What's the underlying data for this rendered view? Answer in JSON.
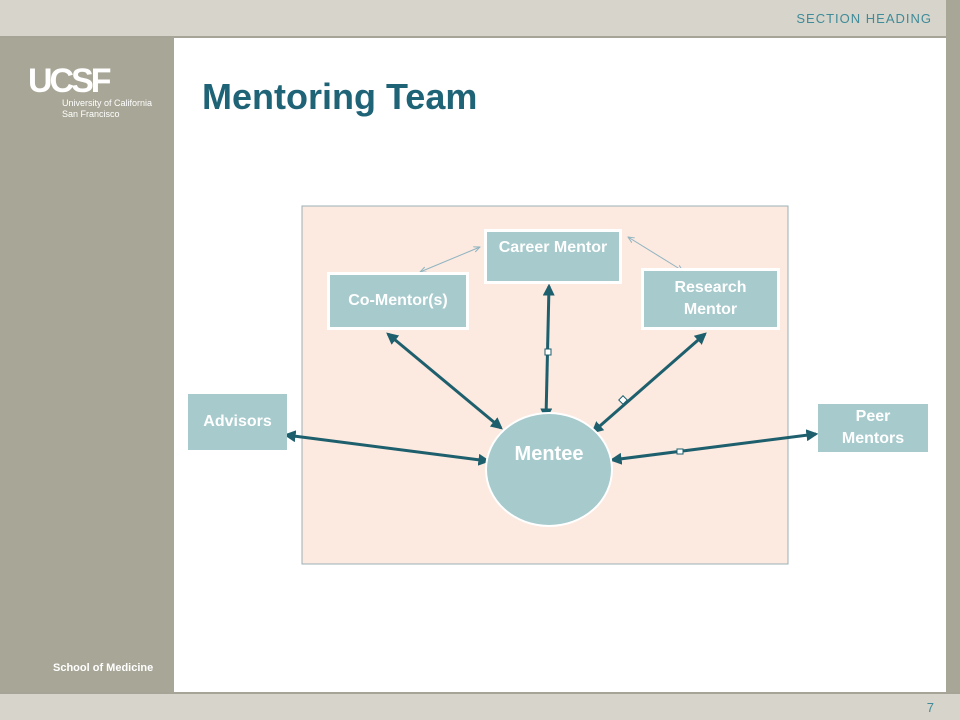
{
  "header": {
    "section_heading": "SECTION HEADING"
  },
  "sidebar": {
    "logo_mark": "UCSF",
    "logo_line1": "University of California",
    "logo_line2": "San Francisco",
    "school": "School of Medicine"
  },
  "slide": {
    "title": "Mentoring Team",
    "page_number": "7"
  },
  "diagram": {
    "nodes": {
      "career_mentor": "Career Mentor",
      "co_mentor": "Co-Mentor(s)",
      "research_mentor": "Research Mentor",
      "advisors": "Advisors",
      "peer_mentors": "Peer Mentors",
      "mentee": "Mentee"
    }
  },
  "colors": {
    "title": "#1f6377",
    "node_fill": "#a7cacc",
    "arrow": "#1e5f6d",
    "panel_fill": "#fce9df",
    "sidebar": "#a8a696"
  }
}
